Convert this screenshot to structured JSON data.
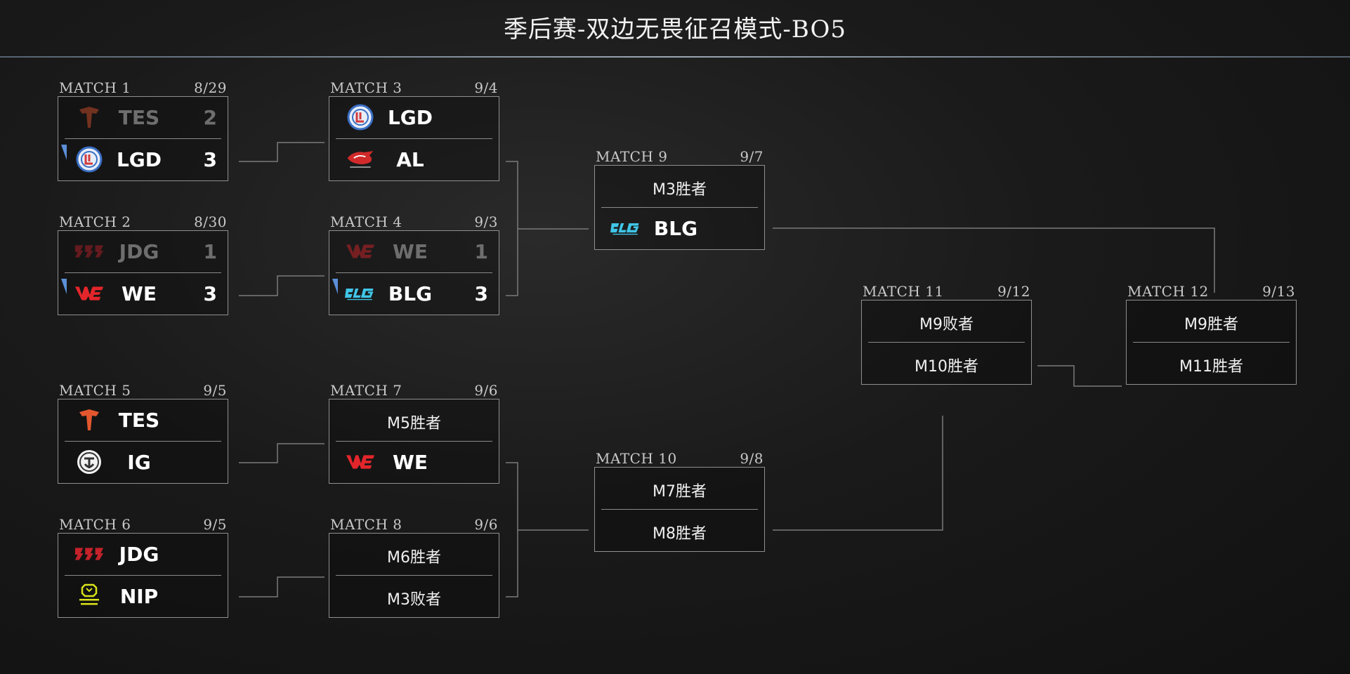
{
  "title": "季后赛-双边无畏征召模式-BO5",
  "matches": [
    {
      "label": "MATCH 1",
      "date": "8/29",
      "slots": [
        {
          "type": "team",
          "name": "TES",
          "logo": "tes-logo",
          "score": "2",
          "state": "loser"
        },
        {
          "type": "team",
          "name": "LGD",
          "logo": "lgd-logo",
          "score": "3",
          "state": "winner"
        }
      ]
    },
    {
      "label": "MATCH 2",
      "date": "8/30",
      "slots": [
        {
          "type": "team",
          "name": "JDG",
          "logo": "jdg-logo",
          "score": "1",
          "state": "loser"
        },
        {
          "type": "team",
          "name": "WE",
          "logo": "we-logo",
          "score": "3",
          "state": "winner"
        }
      ]
    },
    {
      "label": "MATCH 3",
      "date": "9/4",
      "slots": [
        {
          "type": "team",
          "name": "LGD",
          "logo": "lgd-logo",
          "score": "",
          "state": "normal"
        },
        {
          "type": "team",
          "name": "AL",
          "logo": "al-logo",
          "score": "",
          "state": "normal"
        }
      ]
    },
    {
      "label": "MATCH 4",
      "date": "9/3",
      "slots": [
        {
          "type": "team",
          "name": "WE",
          "logo": "we-logo",
          "score": "1",
          "state": "loser"
        },
        {
          "type": "team",
          "name": "BLG",
          "logo": "blg-logo",
          "score": "3",
          "state": "winner"
        }
      ]
    },
    {
      "label": "MATCH 5",
      "date": "9/5",
      "slots": [
        {
          "type": "team",
          "name": "TES",
          "logo": "tes-logo",
          "score": "",
          "state": "normal"
        },
        {
          "type": "team",
          "name": "IG",
          "logo": "ig-logo",
          "score": "",
          "state": "normal"
        }
      ]
    },
    {
      "label": "MATCH 6",
      "date": "9/5",
      "slots": [
        {
          "type": "team",
          "name": "JDG",
          "logo": "jdg-logo",
          "score": "",
          "state": "normal"
        },
        {
          "type": "team",
          "name": "NIP",
          "logo": "nip-logo",
          "score": "",
          "state": "normal"
        }
      ]
    },
    {
      "label": "MATCH 7",
      "date": "9/6",
      "slots": [
        {
          "type": "text",
          "text": "M5胜者"
        },
        {
          "type": "team",
          "name": "WE",
          "logo": "we-logo",
          "score": "",
          "state": "normal"
        }
      ]
    },
    {
      "label": "MATCH 8",
      "date": "9/6",
      "slots": [
        {
          "type": "text",
          "text": "M6胜者"
        },
        {
          "type": "text",
          "text": "M3败者"
        }
      ]
    },
    {
      "label": "MATCH 9",
      "date": "9/7",
      "slots": [
        {
          "type": "text",
          "text": "M3胜者"
        },
        {
          "type": "team",
          "name": "BLG",
          "logo": "blg-logo",
          "score": "",
          "state": "normal"
        }
      ]
    },
    {
      "label": "MATCH 10",
      "date": "9/8",
      "slots": [
        {
          "type": "text",
          "text": "M7胜者"
        },
        {
          "type": "text",
          "text": "M8胜者"
        }
      ]
    },
    {
      "label": "MATCH 11",
      "date": "9/12",
      "slots": [
        {
          "type": "text",
          "text": "M9败者"
        },
        {
          "type": "text",
          "text": "M10胜者"
        }
      ]
    },
    {
      "label": "MATCH 12",
      "date": "9/13",
      "slots": [
        {
          "type": "text",
          "text": "M9胜者"
        },
        {
          "type": "text",
          "text": "M11胜者"
        }
      ]
    }
  ],
  "colors": {
    "winner_flag": "#5b8fd8",
    "line": "#7a7a7a",
    "loser_text": "#6e6e6e"
  }
}
